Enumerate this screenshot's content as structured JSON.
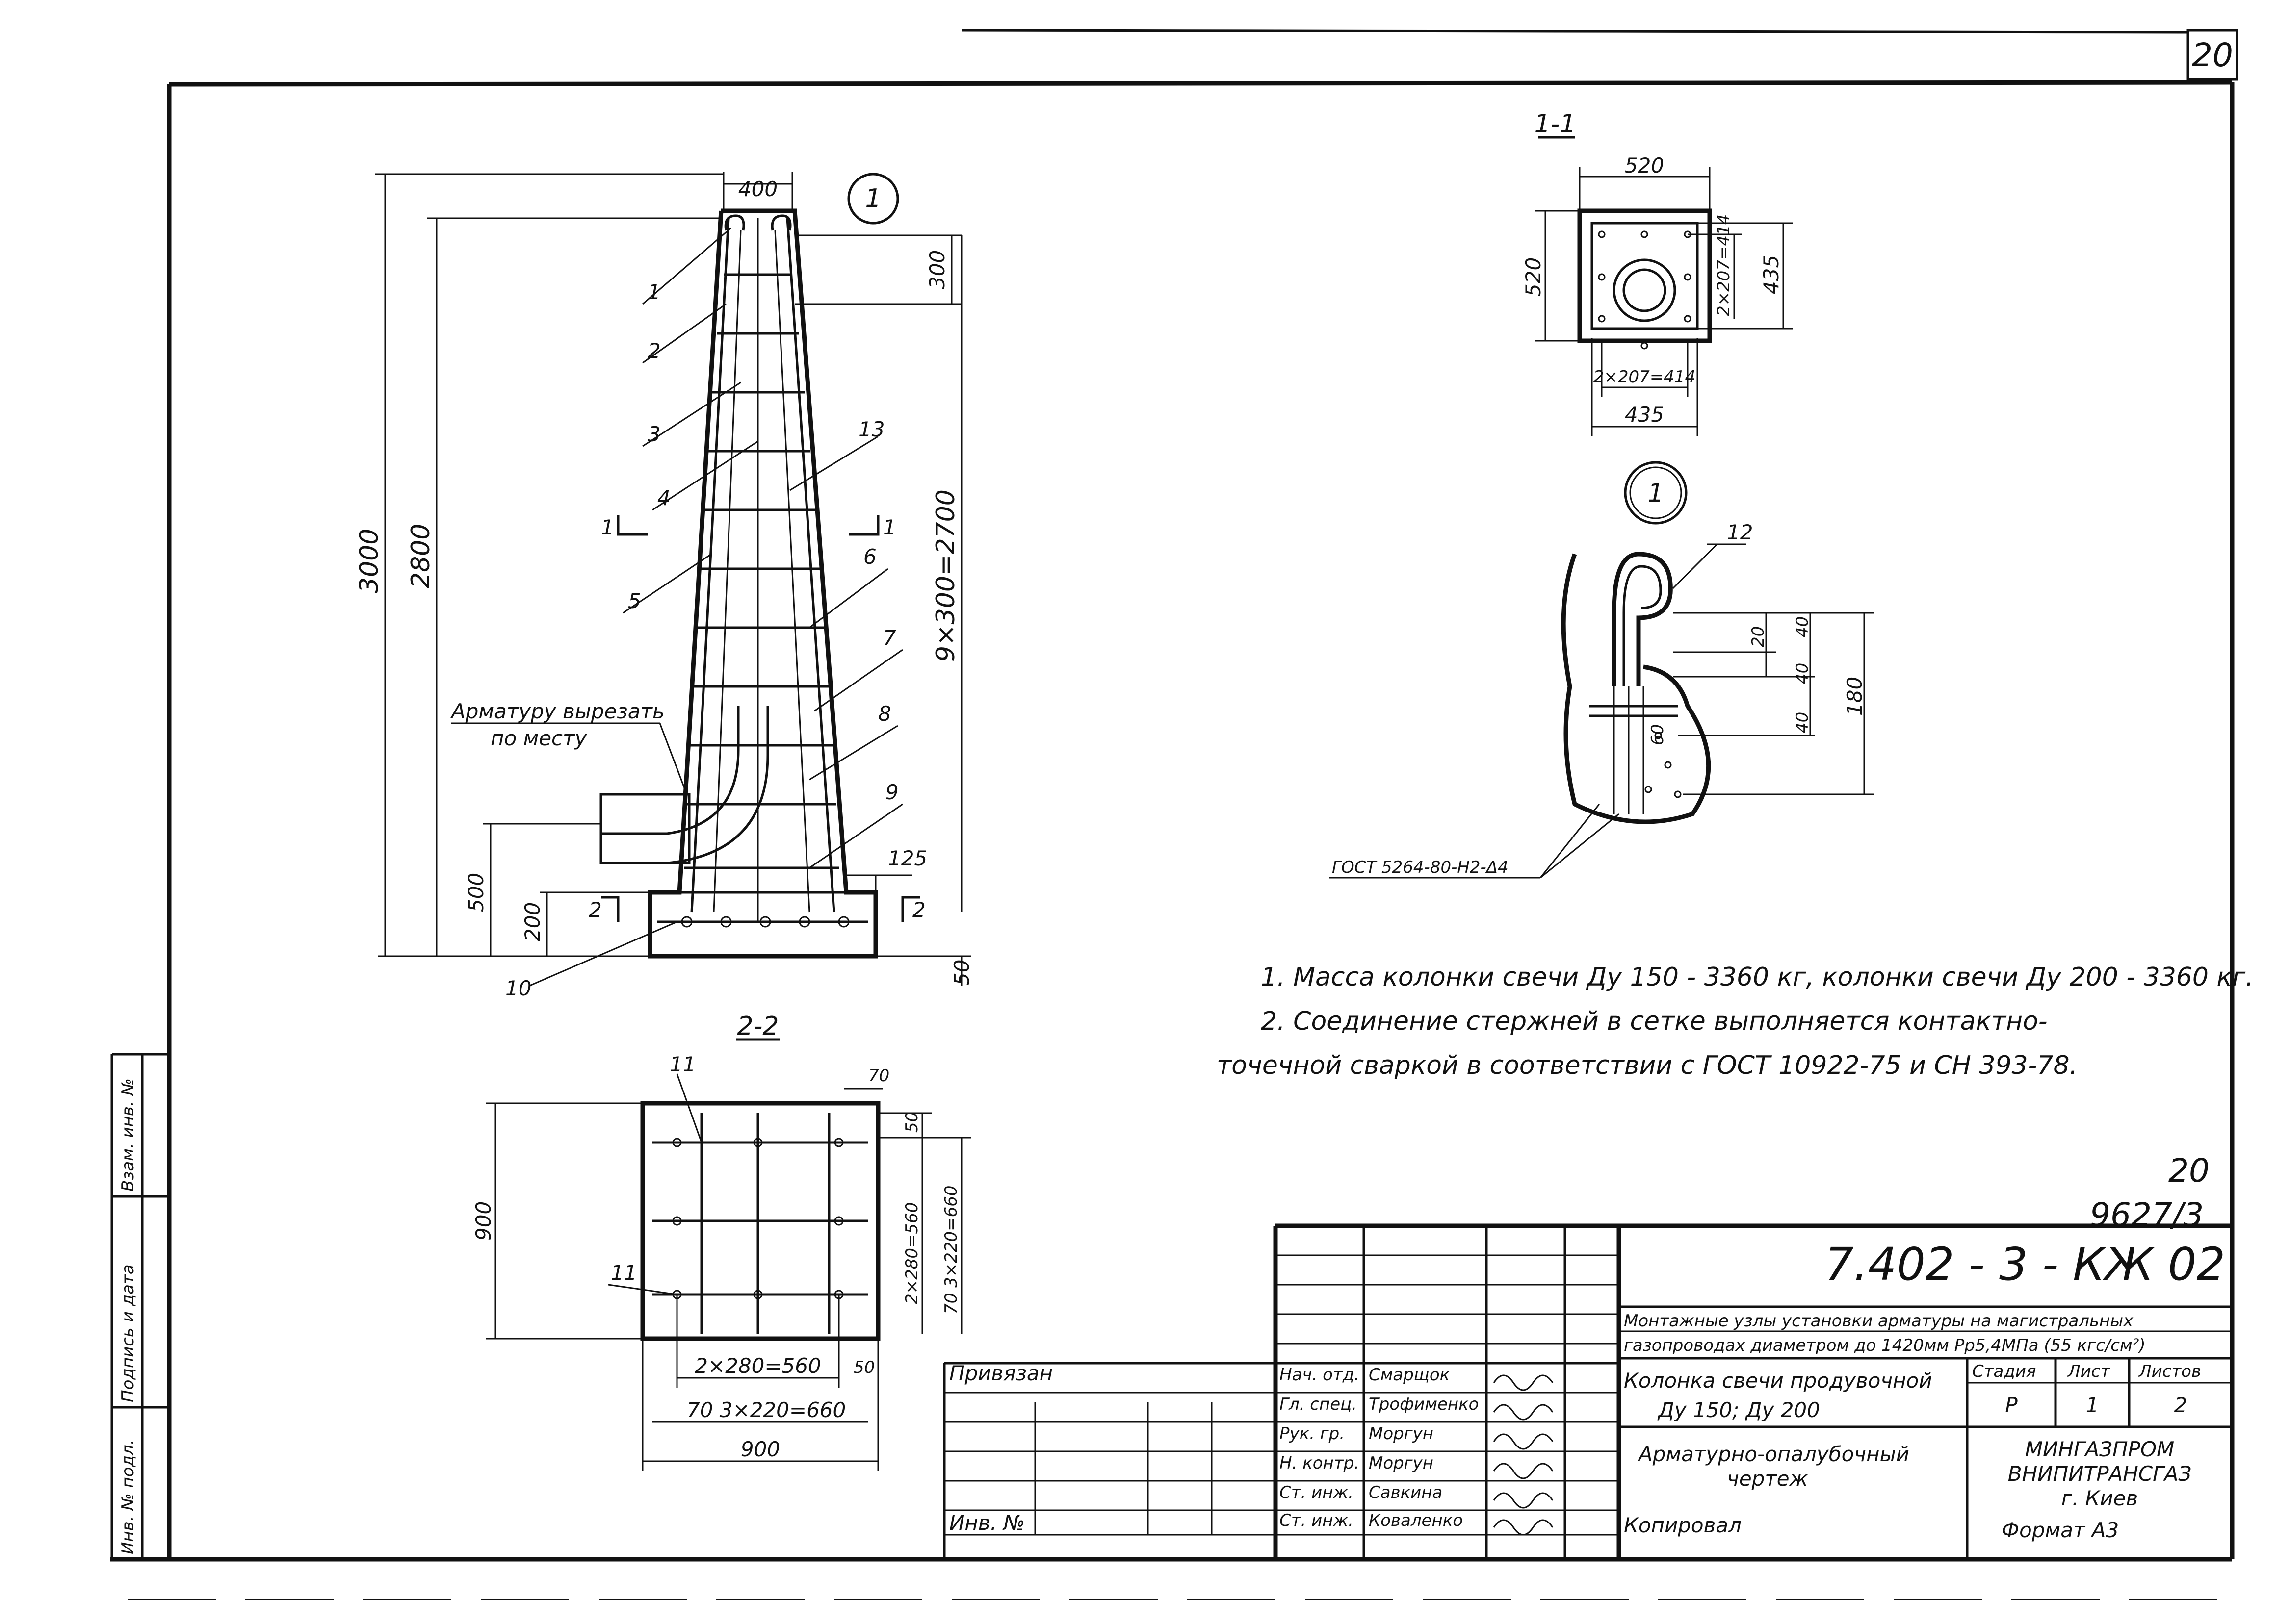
{
  "page": {
    "sheet_number": "20",
    "bottom_right_number": "20",
    "bottom_right_code": "9627/3"
  },
  "elevation": {
    "callout": "1",
    "dims": {
      "top_width": "400",
      "overall_height": "3000",
      "height_2800": "2800",
      "top_300": "300",
      "step_series": "9×300=2700",
      "d500": "500",
      "d200": "200",
      "d125": "125",
      "d50": "50"
    },
    "section_marks": {
      "s1_left": "1",
      "s1_right": "1",
      "s2_left": "2",
      "s2_right": "2"
    },
    "note_cut": [
      "Арматуру вырезать",
      "по месту"
    ],
    "positions": [
      "1",
      "2",
      "3",
      "4",
      "5",
      "6",
      "7",
      "8",
      "9",
      "10",
      "13"
    ]
  },
  "section_1_1": {
    "title": "1-1",
    "dims": {
      "top": "520",
      "left": "520",
      "right": "435",
      "right_inner": "2×207=414",
      "bottom_inner": "2×207=414",
      "bottom": "435"
    }
  },
  "section_2_2": {
    "title": "2-2",
    "dims": {
      "left": "900",
      "top_right": "70",
      "right_top": "50",
      "right_a": "2×280=560",
      "right_b": "70 3×220=660",
      "inner_bottom": "2×280=560",
      "right_bottom": "50",
      "bottom_a": "70 3×220=660",
      "bottom": "900"
    },
    "positions": [
      "11",
      "11"
    ]
  },
  "detail_1": {
    "callout": "1",
    "position": "12",
    "dims": {
      "d20": "20",
      "d40": "40",
      "d180": "180",
      "d60": "60",
      "d40b": "40",
      "d40c": "40"
    },
    "weld_label": "ГОСТ 5264-80-Н2-Δ4"
  },
  "notes": [
    "1. Масса колонки свечи Ду 150 - 3360 кг, колонки свечи Ду 200 - 3360 кг.",
    "2. Соединение стержней в сетке выполняется контактно-",
    "точечной сваркой в соответствии с ГОСТ 10922-75 и СН 393-78."
  ],
  "title_block": {
    "code": "7.402 - 3 - КЖ 02",
    "desc_line1": "Монтажные узлы установки арматуры на магистральных",
    "desc_line2": "газопроводах диаметром до 1420мм Рр5,4МПа (55 кгс/см²)",
    "object_line1": "Колонка свечи продувочной",
    "object_line2": "Ду 150;   Ду 200",
    "stage_label": "Стадия",
    "sheet_label": "Лист",
    "sheets_label": "Листов",
    "stage_value": "Р",
    "sheet_value": "1",
    "sheets_value": "2",
    "drawing_name_1": "Арматурно-опалубочный",
    "drawing_name_2": "чертеж",
    "org_1": "МИНГАЗПРОМ",
    "org_2": "ВНИПИТРАНСГАЗ",
    "org_3": "г. Киев",
    "privyazan": "Привязан",
    "inv_no": "Инв. №",
    "signatures": [
      {
        "role": "Нач. отд.",
        "name": "Смарщок"
      },
      {
        "role": "Гл. спец.",
        "name": "Трофименко"
      },
      {
        "role": "Рук. гр.",
        "name": "Моргун"
      },
      {
        "role": "Н. контр.",
        "name": "Моргун"
      },
      {
        "role": "Ст. инж.",
        "name": "Савкина"
      },
      {
        "role": "Ст. инж.",
        "name": "Коваленко"
      }
    ],
    "kopiroval": "Копировал",
    "format": "Формат А3"
  },
  "side_stamp": {
    "f1": "Инв. № подл.",
    "f2": "Подпись и дата",
    "f3": "Взам. инв. №"
  }
}
